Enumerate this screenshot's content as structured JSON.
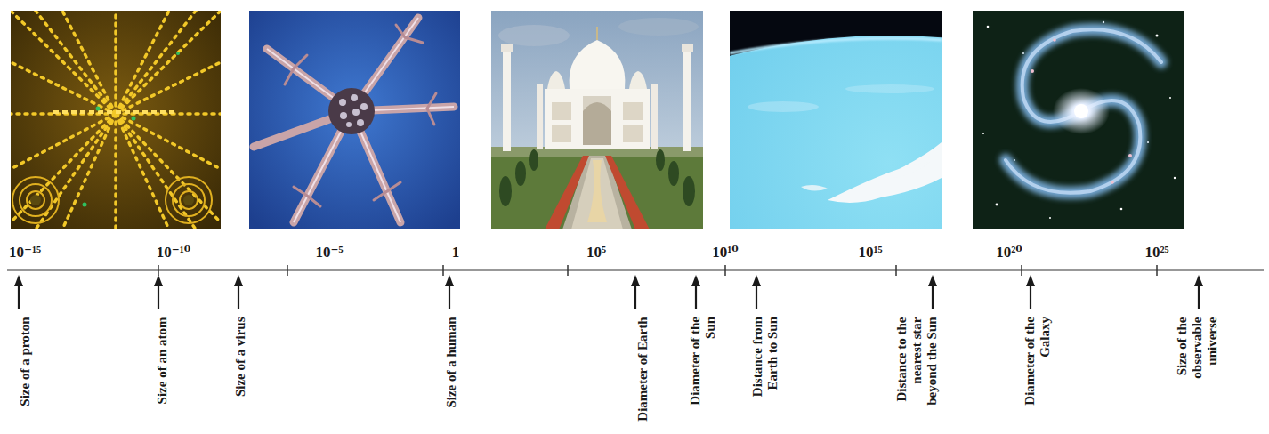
{
  "diagram": {
    "labels": [
      "10⁻¹⁵",
      "10⁻¹⁰",
      "10⁻⁵",
      "1",
      "10⁵",
      "10¹⁰",
      "10¹⁵",
      "10²⁰",
      "10²⁵",
      "Size of a proton",
      "Size of an atom",
      "Size of a virus",
      "Size of a human",
      "Diameter of Earth",
      "Diameter of the Sun",
      "Distance from Earth to Sun",
      "Distance to the nearest star beyond the Sun",
      "Diameter of the Galaxy",
      "Size of the observable universe"
    ]
  }
}
